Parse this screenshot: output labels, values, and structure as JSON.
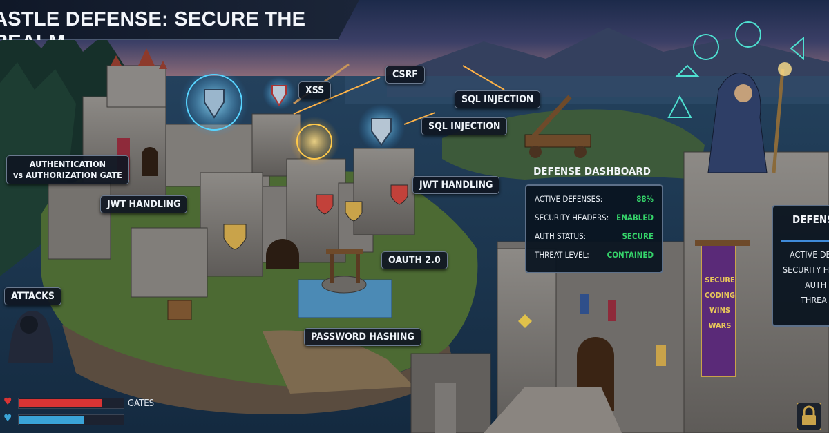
{
  "title": "ASTLE DEFENSE: SECURE THE REALM",
  "labels": {
    "auth_gate_l1": "AUTHENTICATION",
    "auth_gate_l2": "vs AUTHORIZATION GATE",
    "jwt_left": "JWT HANDLING",
    "jwt_right": "JWT HANDLING",
    "xss": "XSS",
    "csrf": "CSRF",
    "sql1": "SQL INJECTION",
    "sql2": "SQL INJECTION",
    "oauth": "OAUTH 2.0",
    "password": "PASSWORD HASHING",
    "attacks": "ATTACKS"
  },
  "dashboard": {
    "title": "DEFENSE DASHBOARD",
    "rows": [
      {
        "label": "ACTIVE DEFENSES:",
        "value": "88%"
      },
      {
        "label": "SECURITY HEADERS:",
        "value": "ENABLED"
      },
      {
        "label": "AUTH STATUS:",
        "value": "SECURE"
      },
      {
        "label": "THREAT LEVEL:",
        "value": "CONTAINED"
      }
    ]
  },
  "dashboard_partial": {
    "title": "DEFENS",
    "lines": [
      "ACTIVE DE",
      "SECURITY H",
      "AUTH",
      "THREA"
    ]
  },
  "banner": [
    "SECURE",
    "CODING",
    "WINS",
    "WARS"
  ],
  "hud": {
    "health_fraction": 0.8,
    "mana_fraction": 0.62,
    "gates_label": "GATES",
    "health_color": "#d93434",
    "mana_color": "#3aa4d8"
  },
  "colors": {
    "accent_green": "#35d46a",
    "panel_border": "#5d7089"
  }
}
